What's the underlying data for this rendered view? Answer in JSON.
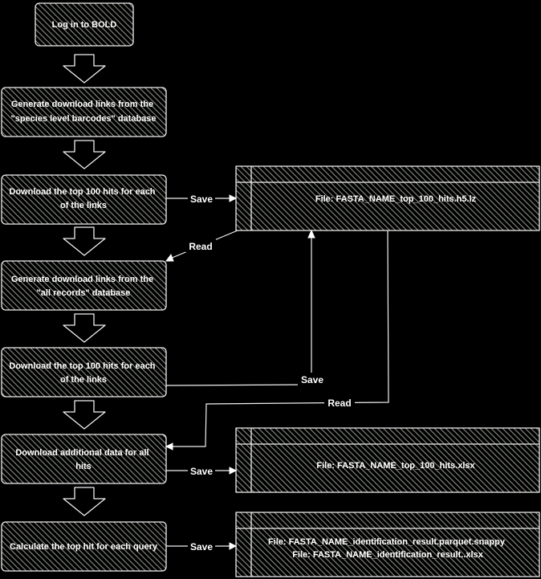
{
  "colors": {
    "background": "#000000",
    "stroke": "#f0f0f0",
    "hatch": "#8a8f86",
    "text": "#ffffff"
  },
  "steps": [
    {
      "id": "login",
      "lines": [
        "Log in to BOLD"
      ]
    },
    {
      "id": "gen_species",
      "lines": [
        "Generate download links from the",
        "\"species level barcodes\" database"
      ]
    },
    {
      "id": "dl_species",
      "lines": [
        "Download the top 100 hits for each",
        "of the links"
      ]
    },
    {
      "id": "gen_all",
      "lines": [
        "Generate download links from the",
        "\"all records\" database"
      ]
    },
    {
      "id": "dl_all",
      "lines": [
        "Download the top 100 hits for each",
        "of the links"
      ]
    },
    {
      "id": "dl_additional",
      "lines": [
        "Download additional data for all",
        "hits"
      ]
    },
    {
      "id": "calc_top",
      "lines": [
        "Calculate the top hit for each query"
      ]
    }
  ],
  "files": [
    {
      "id": "h5",
      "lines": [
        "File: FASTA_NAME_top_100_hits.h5.lz"
      ]
    },
    {
      "id": "xlsx",
      "lines": [
        "File: FASTA_NAME_top_100_hits.xlsx"
      ]
    },
    {
      "id": "result",
      "lines": [
        "File: FASTA_NAME_identification_result.parquet.snappy",
        "File: FASTA_NAME_identification_result..xlsx"
      ]
    }
  ],
  "edge_labels": {
    "save_1": "Save",
    "read_1": "Read",
    "save_2": "Save",
    "read_2": "Read",
    "save_3": "Save",
    "save_4": "Save"
  }
}
